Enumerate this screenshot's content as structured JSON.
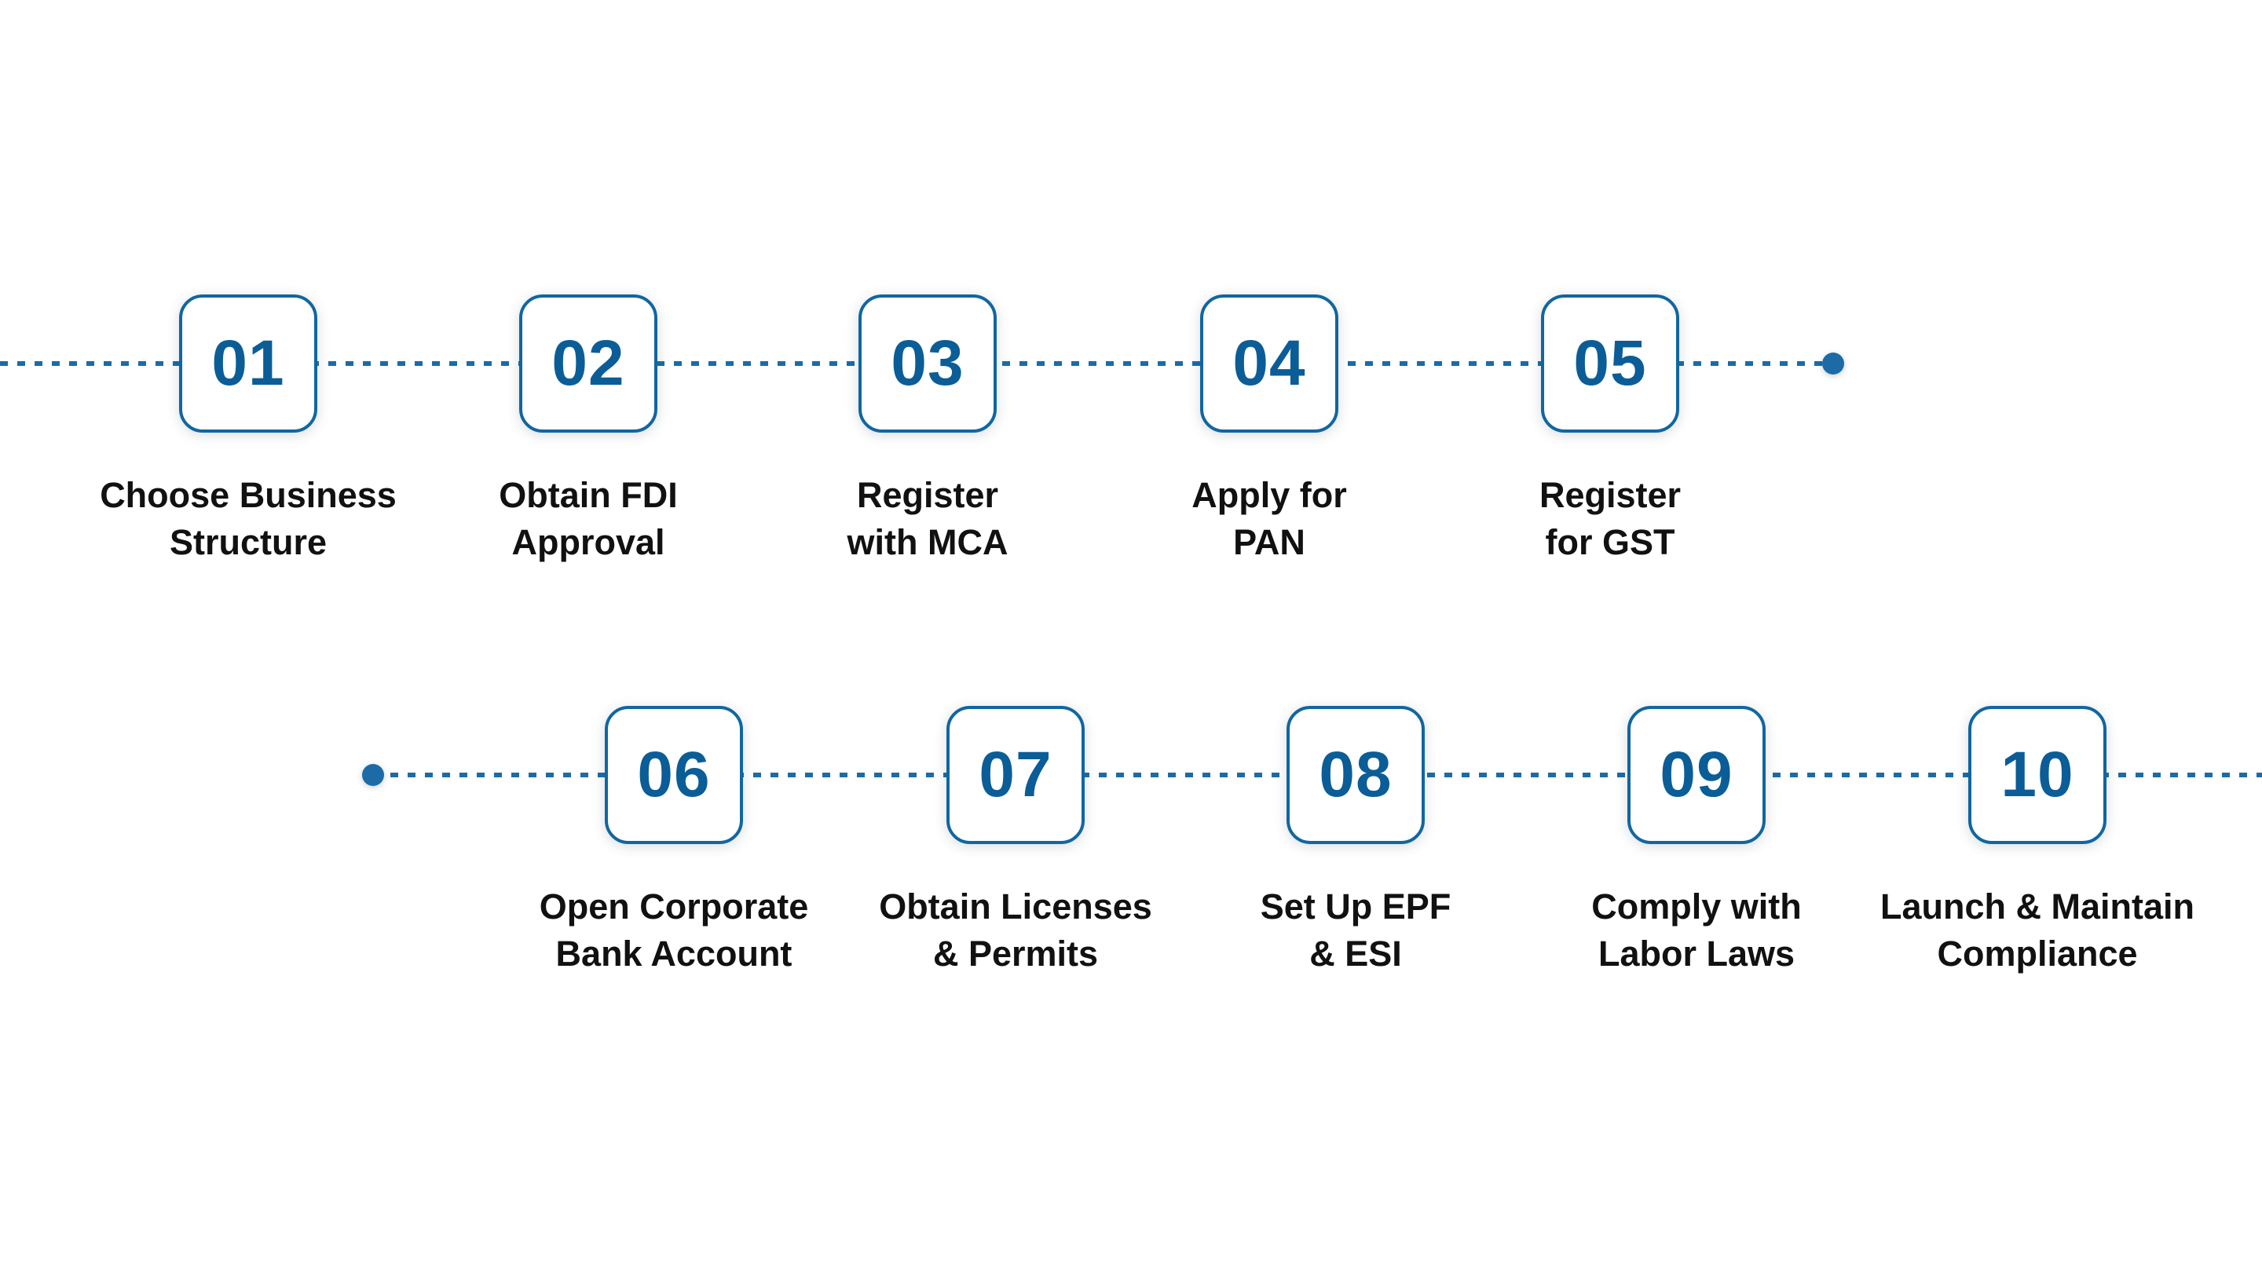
{
  "theme": {
    "line_color": "#1C6BA6",
    "box_border_color": "#1166A0",
    "number_color": "#0B5D97",
    "label_color": "#111111",
    "background_color": "#FFFFFF"
  },
  "steps": [
    {
      "number": "01",
      "label_line1": "Choose Business",
      "label_line2": "Structure"
    },
    {
      "number": "02",
      "label_line1": "Obtain FDI",
      "label_line2": "Approval"
    },
    {
      "number": "03",
      "label_line1": "Register",
      "label_line2": "with MCA"
    },
    {
      "number": "04",
      "label_line1": "Apply for",
      "label_line2": "PAN"
    },
    {
      "number": "05",
      "label_line1": "Register",
      "label_line2": "for GST"
    },
    {
      "number": "06",
      "label_line1": "Open Corporate",
      "label_line2": "Bank Account"
    },
    {
      "number": "07",
      "label_line1": "Obtain Licenses",
      "label_line2": "& Permits"
    },
    {
      "number": "08",
      "label_line1": "Set Up EPF",
      "label_line2": "& ESI"
    },
    {
      "number": "09",
      "label_line1": "Comply with",
      "label_line2": "Labor Laws"
    },
    {
      "number": "10",
      "label_line1": "Launch & Maintain",
      "label_line2": "Compliance"
    }
  ]
}
